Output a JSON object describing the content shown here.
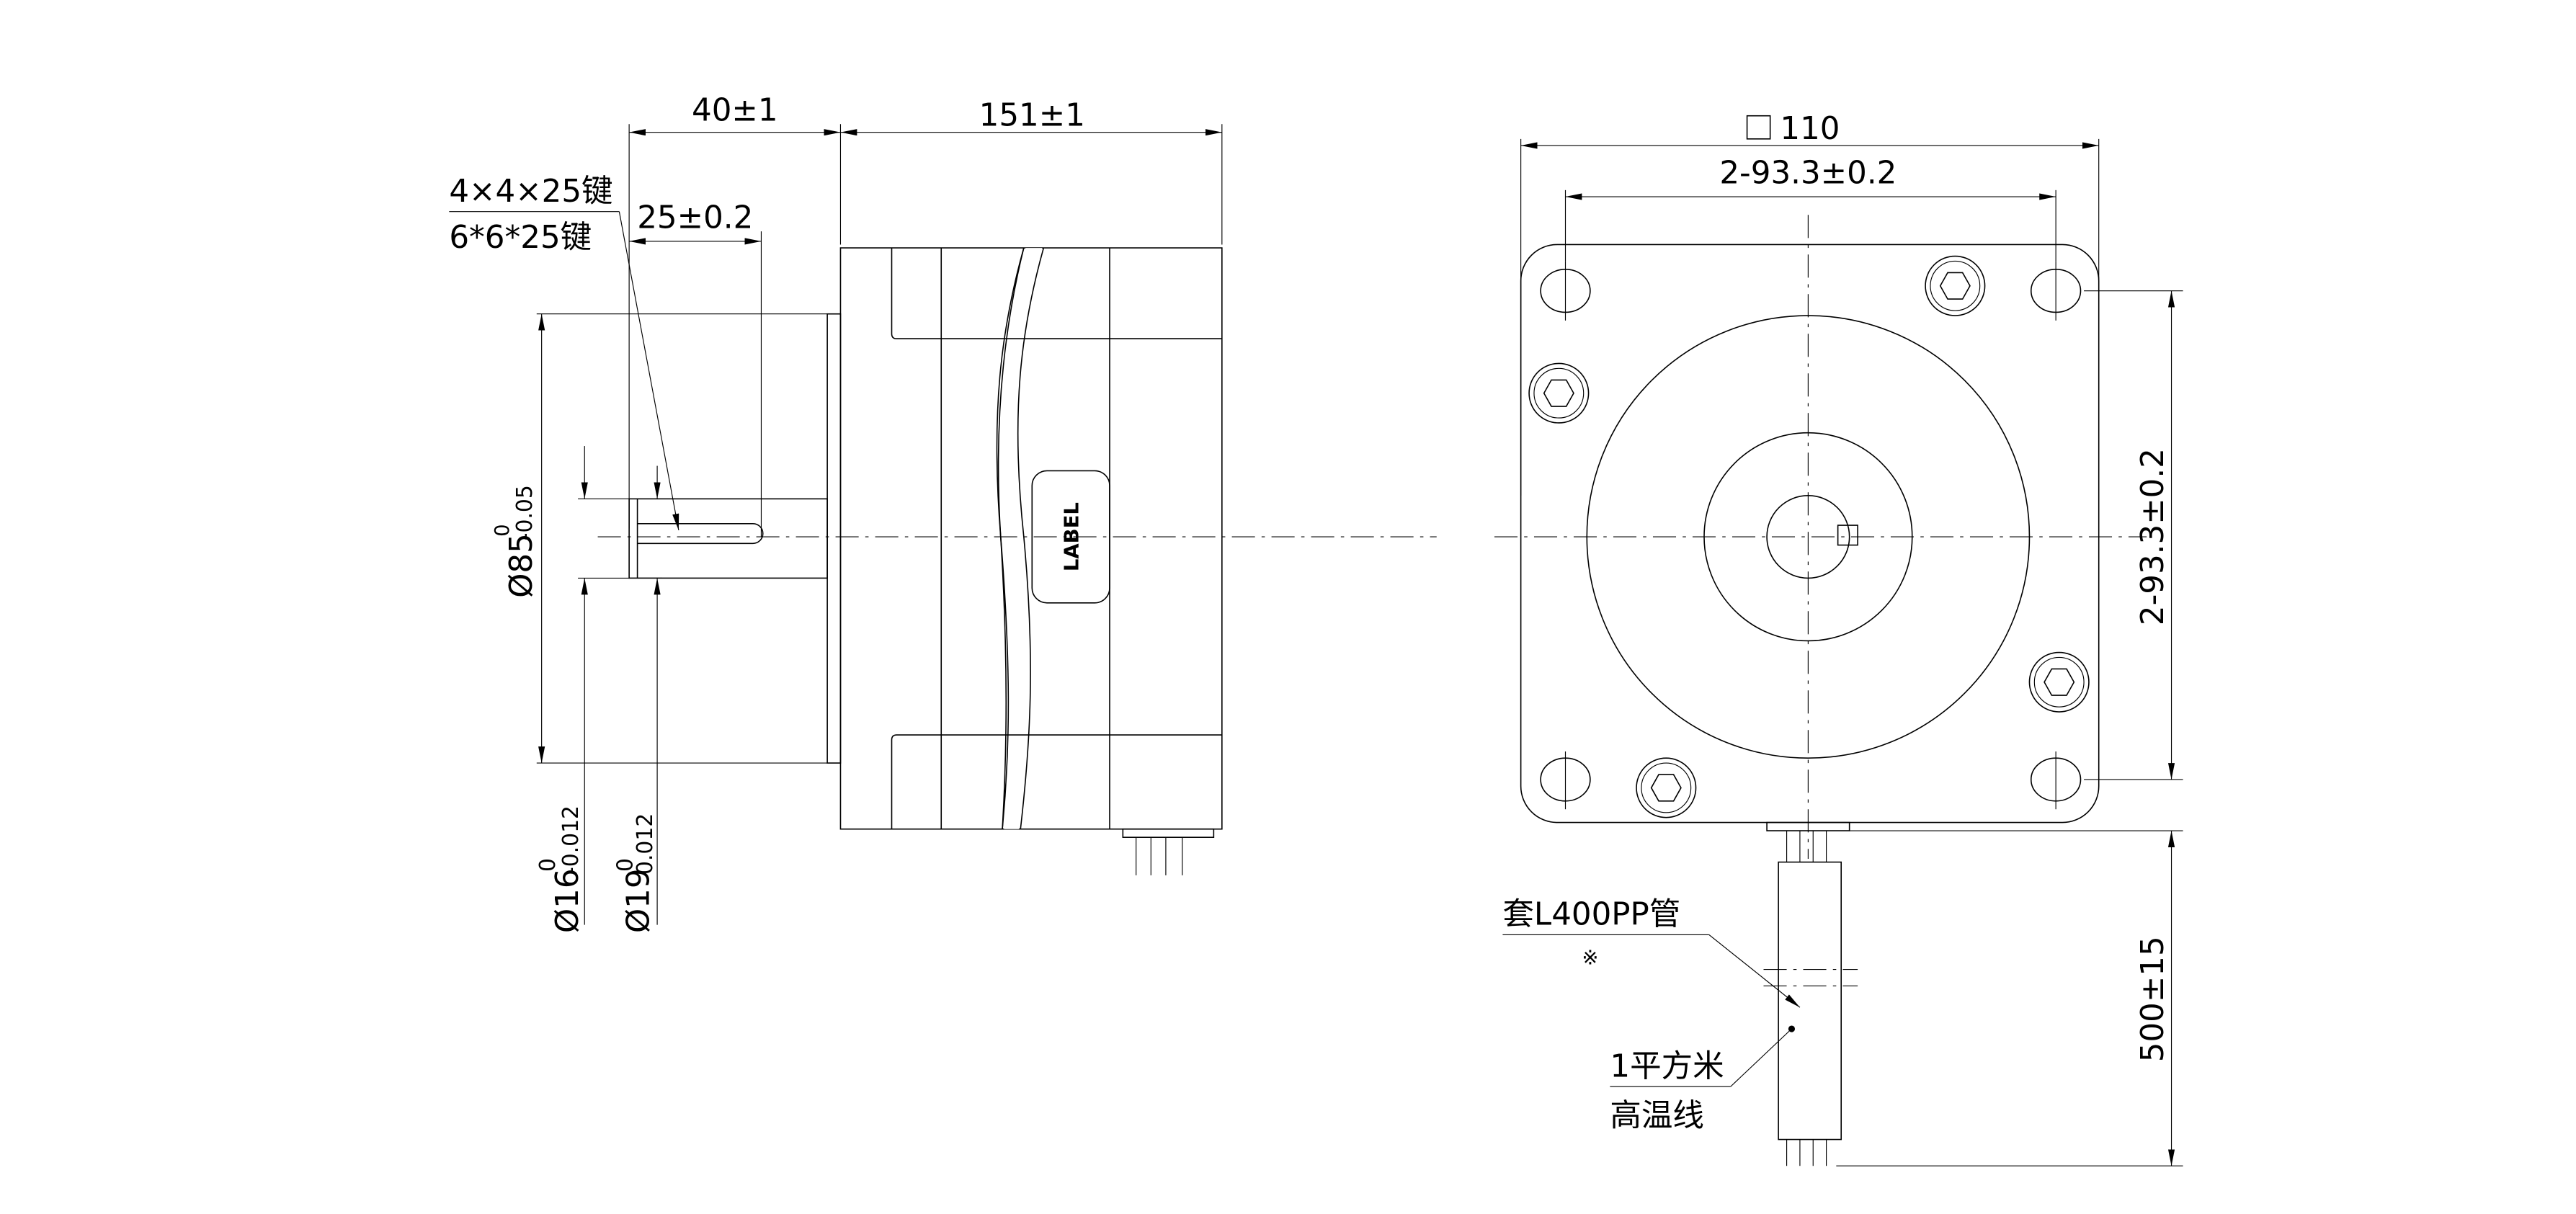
{
  "side_view": {
    "dim_shaft_length": "40±1",
    "dim_body_length": "151±1",
    "dim_key_length": "25±0.2",
    "key_option_1": "4×4×25键",
    "key_option_2": "6*6*25键",
    "label_text": "LABEL",
    "dim_flange_dia": {
      "base": "Ø85",
      "upper": "0",
      "lower": "-0.05"
    },
    "dim_shaft_dia_a": {
      "base": "Ø16",
      "upper": "0",
      "lower": "-0.012"
    },
    "dim_shaft_dia_b": {
      "base": "Ø19",
      "upper": "0",
      "lower": "0.012"
    }
  },
  "front_view": {
    "dim_square": "110",
    "dim_hole_spacing_h": "2-93.3±0.2",
    "dim_hole_spacing_v": "2-93.3±0.2",
    "dim_cable_length": "500±15",
    "sleeve_note": "套L400PP管",
    "sleeve_mark": "※",
    "wire_note_1": "1平方米",
    "wire_note_2": "高温线"
  }
}
